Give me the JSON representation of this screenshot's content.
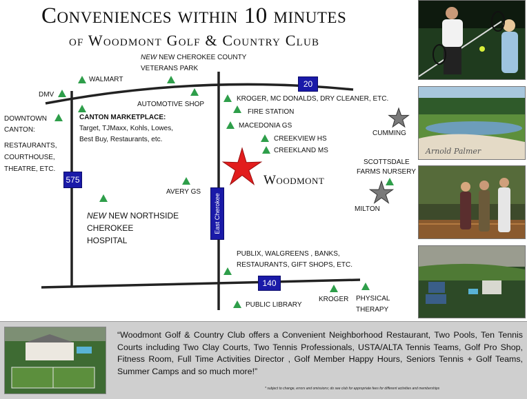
{
  "title": {
    "line1": "Conveniences within 10 minutes",
    "line2": "of Woodmont Golf & Country Club"
  },
  "map": {
    "places": {
      "walmart": "WALMART",
      "dmv": "DMV",
      "new_cherokee_1": "NEW CHEROKEE COUNTY",
      "new_cherokee_2": "VETERANS PARK",
      "automotive": "AUTOMOTIVE  SHOP",
      "downtown_1": "DOWNTOWN",
      "downtown_2": "CANTON:",
      "downtown_3": "RESTAURANTS,",
      "downtown_4": "COURTHOUSE,",
      "downtown_5": "THEATRE, ETC.",
      "canton_title": "CANTON MARKETPLACE:",
      "canton_1": "Target, TJMaxx, Kohls, Lowes,",
      "canton_2": "Best Buy, Restaurants, etc.",
      "kroger_mcd": "KROGER, MC DONALDS, DRY CLEANER, ETC.",
      "fire": "FIRE STATION",
      "macedonia": "MACEDONIA GS",
      "creekview": "CREEKVIEW HS",
      "creekland": "CREEKLAND MS",
      "cumming": "CUMMING",
      "scottsdale_1": "SCOTTSDALE",
      "scottsdale_2": "FARMS NURSERY",
      "milton": "MILTON",
      "avery": "AVERY GS",
      "hospital_1": "NEW NORTHSIDE",
      "hospital_2": "CHEROKEE",
      "hospital_3": "HOSPITAL",
      "publix_1": "PUBLIX, WALGREENS , BANKS,",
      "publix_2": "RESTAURANTS, GIFT SHOPS, ETC.",
      "library": "PUBLIC LIBRARY",
      "kroger2": "KROGER",
      "pt_1": "PHYSICAL",
      "pt_2": "THERAPY",
      "woodmont": "Woodmont"
    },
    "roads": {
      "i575": "575",
      "hwy20": "20",
      "hwy140": "140",
      "east_cherokee": "East Cherokee"
    },
    "colors": {
      "marker_triangle": "#2e9e4a",
      "woodmont_star": "#e21d1d",
      "city_star": "#7a7a7a",
      "road": "#222222",
      "shield": "#1a1aa8"
    }
  },
  "quote": "“Woodmont Golf & Country Club offers a Convenient Neighborhood Restaurant, Two Pools, Ten Tennis Courts including  Two Clay Courts, Two Tennis Professionals, USTA/ALTA Tennis Teams, Golf Pro Shop, Fitness Room, Full Time Activities Director , Golf Member Happy Hours, Seniors Tennis + Golf Teams, Summer Camps and so much more!”",
  "footnote": "* subject to change, errors and omissions; do see club for appropriate fees for different activities and memberships",
  "photo_signature": "Arnold Palmer"
}
